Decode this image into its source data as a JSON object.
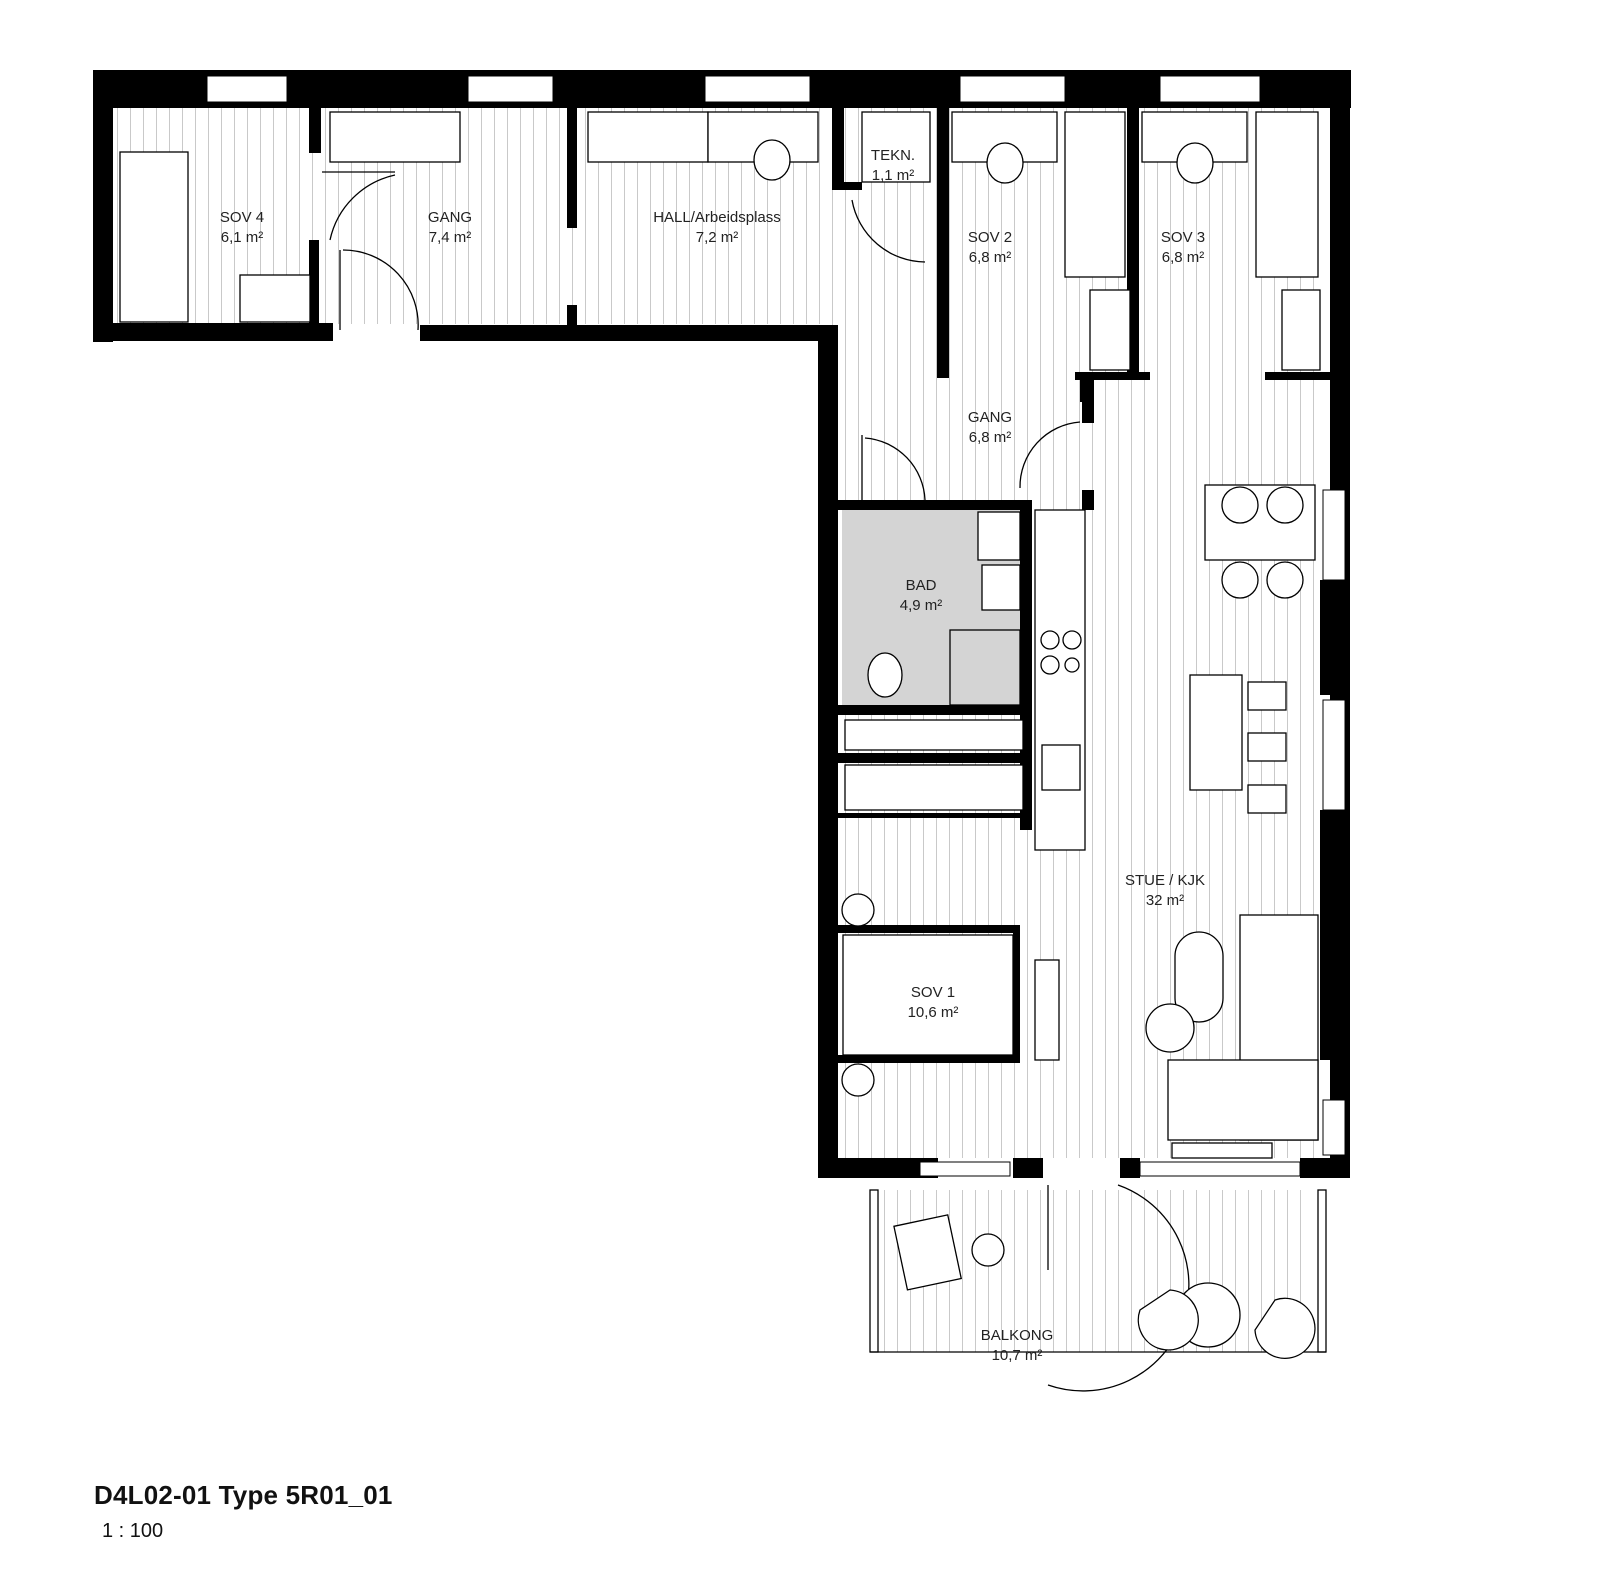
{
  "plan": {
    "title": "D4L02-01 Type 5R01_01",
    "scale": "1 : 100"
  },
  "rooms": [
    {
      "name": "SOV 4",
      "area": "6,1 m²"
    },
    {
      "name": "GANG",
      "area": "7,4 m²"
    },
    {
      "name": "HALL/Arbeidsplass",
      "area": "7,2 m²"
    },
    {
      "name": "TEKN.",
      "area": "1,1 m²"
    },
    {
      "name": "SOV 2",
      "area": "6,8 m²"
    },
    {
      "name": "SOV 3",
      "area": "6,8 m²"
    },
    {
      "name": "GANG",
      "area": "6,8 m²"
    },
    {
      "name": "BAD",
      "area": "4,9 m²"
    },
    {
      "name": "STUE / KJK",
      "area": "32 m²"
    },
    {
      "name": "SOV 1",
      "area": "10,6 m²"
    },
    {
      "name": "BALKONG",
      "area": "10,7 m²"
    }
  ],
  "colors": {
    "wall": "#000000",
    "wet_room": "#d4d4d4",
    "floor_lines": "#cfcfcf"
  }
}
